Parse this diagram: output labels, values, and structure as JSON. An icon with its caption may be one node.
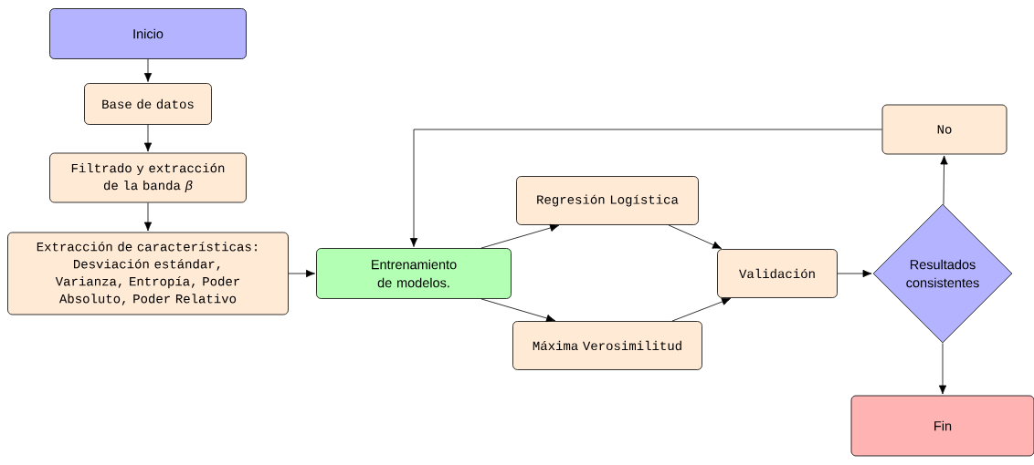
{
  "diagram": {
    "nodes": [
      {
        "text": [
          "Inicio"
        ]
      },
      {
        "text": [
          "Base de datos"
        ]
      },
      {
        "text": [
          "Filtrado y extracción de la banda *β*"
        ]
      },
      {
        "text": [
          "Extracción de características: Desviación estándar, Varianza, Entropía, Poder Absoluto, Poder Relativo"
        ]
      },
      {
        "text": [
          "Entrenamiento de modelos."
        ]
      },
      {
        "text": [
          "Regresión Logística"
        ]
      },
      {
        "text": [
          "Máxima Verosimilitud"
        ]
      },
      {
        "text": [
          "Validación"
        ]
      },
      {
        "text": [
          "Resultados consistentes"
        ]
      },
      {
        "text": [
          "No"
        ]
      },
      {
        "text": [
          "Fin"
        ]
      }
    ],
    "edges": [
      {
        "from": 0,
        "to": 1,
        "arrow": "to"
      },
      {
        "from": 1,
        "to": 2,
        "arrow": "to"
      },
      {
        "from": 2,
        "to": 3,
        "arrow": "to"
      },
      {
        "from": 3,
        "to": 4,
        "arrow": "to"
      },
      {
        "from": 4,
        "to": 5,
        "arrow": "to"
      },
      {
        "from": 4,
        "to": 6,
        "arrow": "to"
      },
      {
        "from": 5,
        "to": 7,
        "arrow": "to"
      },
      {
        "from": 6,
        "to": 7,
        "arrow": "to"
      },
      {
        "from": 7,
        "to": 8,
        "arrow": "to"
      },
      {
        "from": 8,
        "to": 9,
        "arrow": "to"
      },
      {
        "from": 9,
        "to": 4,
        "arrow": "to"
      },
      {
        "from": 8,
        "to": 10,
        "arrow": "to"
      }
    ]
  }
}
